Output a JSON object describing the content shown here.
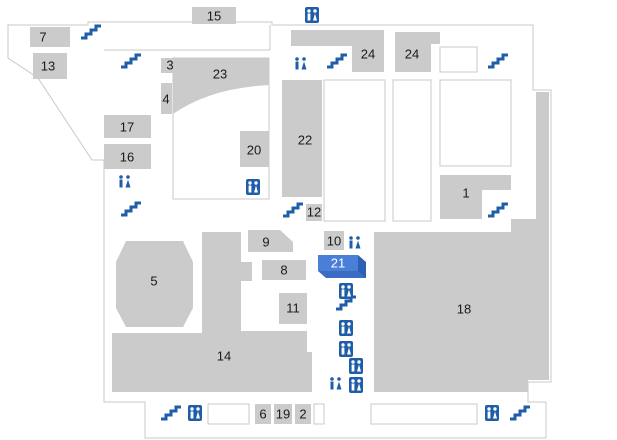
{
  "map": {
    "rooms": [
      {
        "key": "r15",
        "label": "15"
      },
      {
        "key": "r7",
        "label": "7"
      },
      {
        "key": "r13",
        "label": "13"
      },
      {
        "key": "r3",
        "label": "3"
      },
      {
        "key": "r4",
        "label": "4"
      },
      {
        "key": "r23",
        "label": "23"
      },
      {
        "key": "r17",
        "label": "17"
      },
      {
        "key": "r16",
        "label": "16"
      },
      {
        "key": "r20",
        "label": "20"
      },
      {
        "key": "r22",
        "label": "22"
      },
      {
        "key": "r24a",
        "label": "24"
      },
      {
        "key": "r24b",
        "label": "24"
      },
      {
        "key": "r1",
        "label": "1"
      },
      {
        "key": "r12",
        "label": "12"
      },
      {
        "key": "r9",
        "label": "9"
      },
      {
        "key": "r10",
        "label": "10"
      },
      {
        "key": "r21",
        "label": "21"
      },
      {
        "key": "r8",
        "label": "8"
      },
      {
        "key": "r5",
        "label": "5"
      },
      {
        "key": "r11",
        "label": "11"
      },
      {
        "key": "r18",
        "label": "18"
      },
      {
        "key": "r14",
        "label": "14"
      },
      {
        "key": "r6",
        "label": "6"
      },
      {
        "key": "r19",
        "label": "19"
      },
      {
        "key": "r2",
        "label": "2"
      }
    ],
    "highlighted_room": "21",
    "colors": {
      "room": "#cbcbcb",
      "highlight": "#4a7fd8",
      "icon_blue": "#1f5da8",
      "outline": "#c8c8c8"
    },
    "icons": {
      "restroom": "restroom-icon",
      "stairs": "stairs-icon"
    }
  }
}
